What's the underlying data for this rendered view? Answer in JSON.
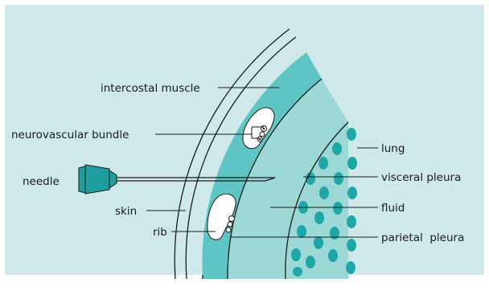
{
  "diagram": {
    "labels": {
      "intercostal_muscle": "intercostal muscle",
      "neurovascular_bundle": "neurovascular bundle",
      "needle": "needle",
      "skin": "skin",
      "rib": "rib",
      "lung": "lung",
      "visceral_pleura": "visceral pleura",
      "fluid": "fluid",
      "parietal_pleura": "parietal  pleura"
    },
    "colors": {
      "background": "#cfe9ea",
      "muscle": "#5ec4c4",
      "fluid": "#9cd8d6",
      "lung_dots": "#1fa6a6",
      "needle_hub": "#1e9e9e",
      "outline": "#1a1a1a"
    }
  }
}
